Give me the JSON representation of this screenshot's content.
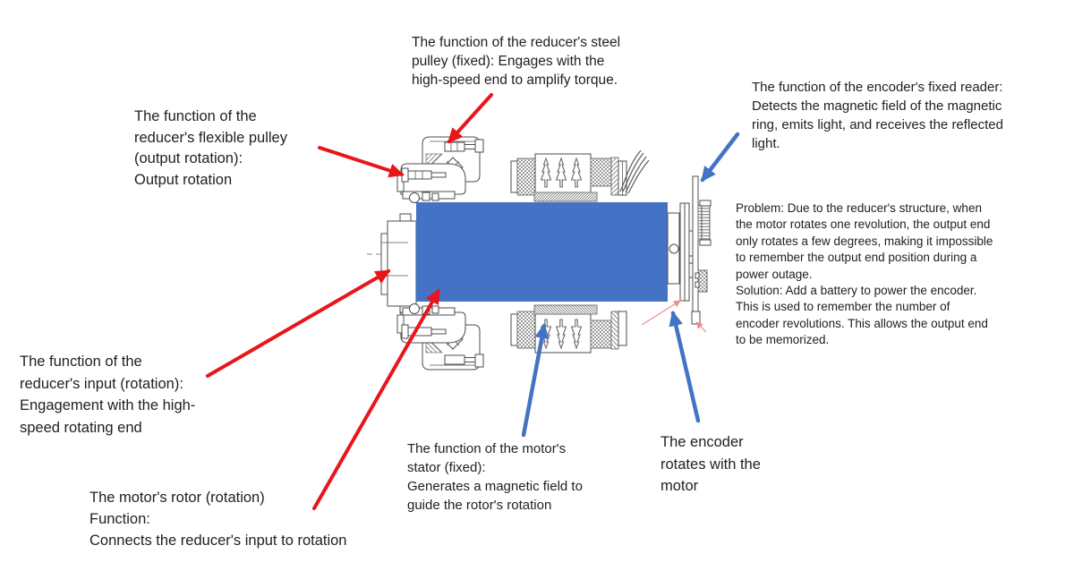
{
  "colors": {
    "rotor_blue": "#4472C4",
    "arrow_red": "#E8151B",
    "arrow_blue": "#4472C4",
    "thin_red": "#F28C8C",
    "line_gray": "#4D4D4D",
    "text": "#212121"
  },
  "labels": {
    "steel_pulley": {
      "text": "The function of the reducer's steel\npulley (fixed): Engages with the\nhigh-speed end to amplify torque."
    },
    "flexible_pulley": {
      "text": "The function of the\nreducer's flexible pulley\n(output rotation):\nOutput rotation"
    },
    "encoder_reader": {
      "text": "The function of the encoder's fixed reader:\nDetects the magnetic field of the magnetic\nring, emits light, and receives the reflected\nlight."
    },
    "problem_solution": {
      "text": "Problem: Due to the reducer's structure, when\nthe motor rotates one revolution, the output end\nonly rotates a few degrees, making it impossible\nto remember the output end position during a\npower outage.\nSolution: Add a battery to power the encoder.\nThis is used to remember the number of\nencoder revolutions. This allows the output end\nto be memorized."
    },
    "reducer_input": {
      "text": "The function of the\nreducer's input (rotation):\nEngagement with the high-\nspeed rotating end"
    },
    "motor_rotor": {
      "text": "The motor's rotor (rotation)\nFunction:\nConnects the reducer's input to rotation"
    },
    "motor_stator": {
      "text": "The function of the motor's\nstator (fixed):\nGenerates a magnetic field to\nguide the rotor's rotation"
    },
    "encoder_rotates": {
      "text": "The encoder\nrotates with the\nmotor"
    }
  }
}
